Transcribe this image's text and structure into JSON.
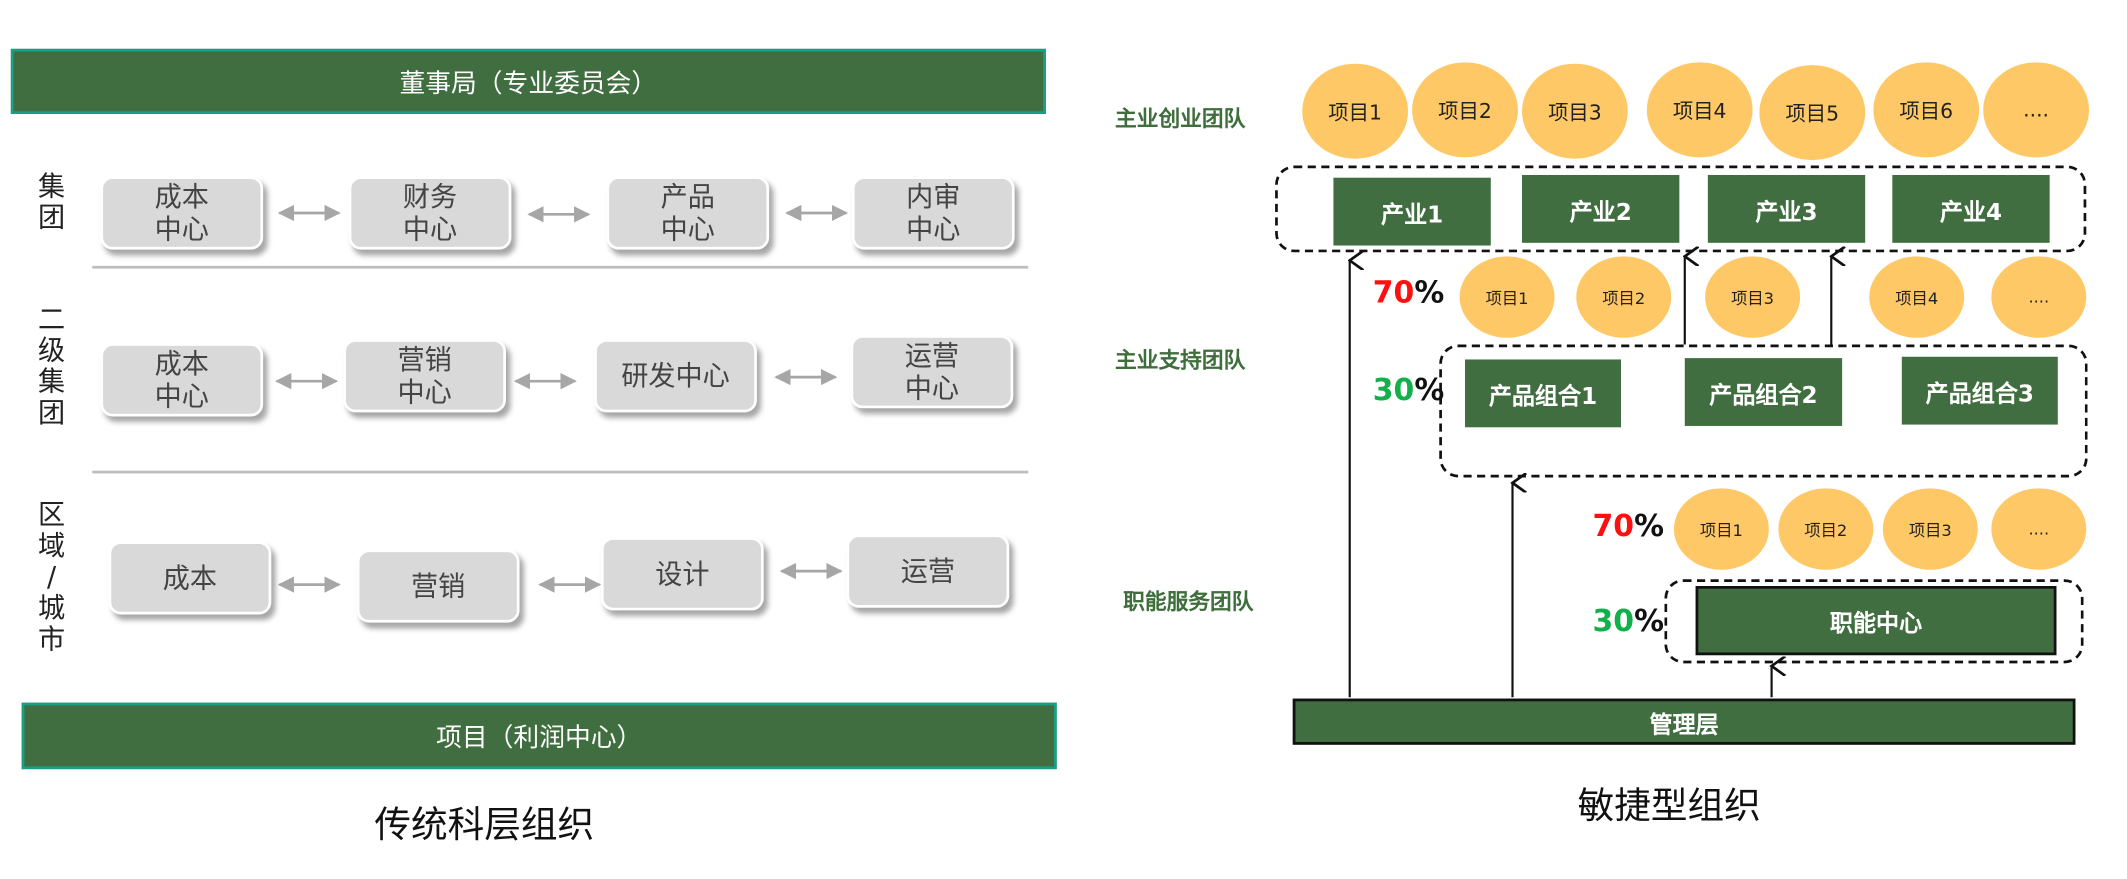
{
  "left": {
    "top_bar": "董事局（专业委员会）",
    "bottom_bar": "项目（利润中心）",
    "caption": "传统科层组织",
    "rows": [
      {
        "label": "集\n团",
        "boxes": [
          "成本\n中心",
          "财务\n中心",
          "产品\n中心",
          "内审\n中心"
        ]
      },
      {
        "label": "二\n级\n集\n团",
        "boxes": [
          "成本\n中心",
          "营销\n中心",
          "研发中心",
          "运营\n中心"
        ]
      },
      {
        "label": "区\n域\n/城\n市",
        "boxes": [
          "成本",
          "营销",
          "设计",
          "运营"
        ]
      }
    ]
  },
  "right": {
    "caption": "敏捷型组织",
    "team_labels": [
      "主业创业团队",
      "主业支持团队",
      "职能服务团队"
    ],
    "top_projects": [
      "项目1",
      "项目2",
      "项目3",
      "项目4",
      "项目5",
      "项目6",
      "...."
    ],
    "industries": [
      "产业1",
      "产业2",
      "产业3",
      "产业4"
    ],
    "mid_projects": [
      "项目1",
      "项目2",
      "项目3",
      "项目4",
      "...."
    ],
    "product_groups": [
      "产品组合1",
      "产品组合2",
      "产品组合3"
    ],
    "low_projects": [
      "项目1",
      "项目2",
      "项目3",
      "...."
    ],
    "function_center": "职能中心",
    "management": "管理层",
    "pct_a": {
      "num": "70",
      "sym": "%"
    },
    "pct_b": {
      "num": "30",
      "sym": "%"
    },
    "pct_c": {
      "num": "70",
      "sym": "%"
    },
    "pct_d": {
      "num": "30",
      "sym": "%"
    }
  },
  "colors": {
    "green": "#406e40",
    "teal_border": "#17a085",
    "orange": "#ffc866",
    "red": "#ff1010",
    "pct_green": "#12b04a"
  }
}
